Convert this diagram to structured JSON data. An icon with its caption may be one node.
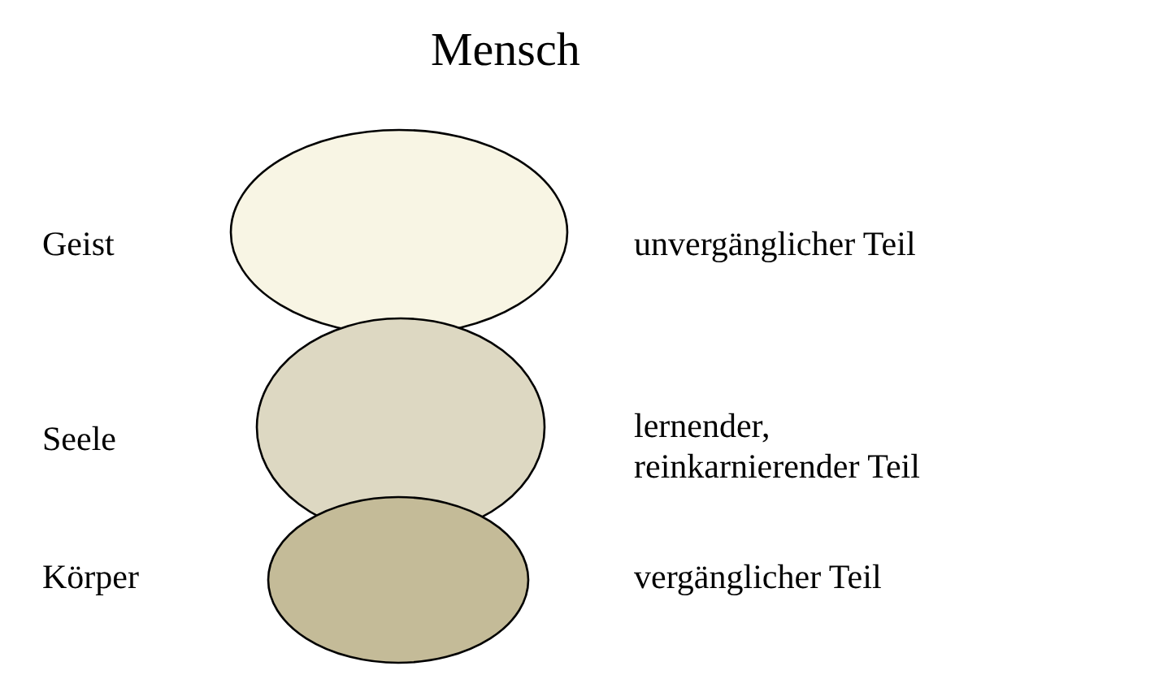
{
  "diagram": {
    "title": "Mensch",
    "nodes": [
      {
        "text": [],
        "shape": "ellipse"
      },
      {
        "text": [],
        "shape": "ellipse"
      },
      {
        "text": [],
        "shape": "ellipse"
      }
    ],
    "labels": [
      "Geist",
      "unvergänglicher Teil",
      "Seele",
      "lernender, reinkarnierender Teil",
      "Körper",
      "vergänglicher Teil"
    ]
  }
}
